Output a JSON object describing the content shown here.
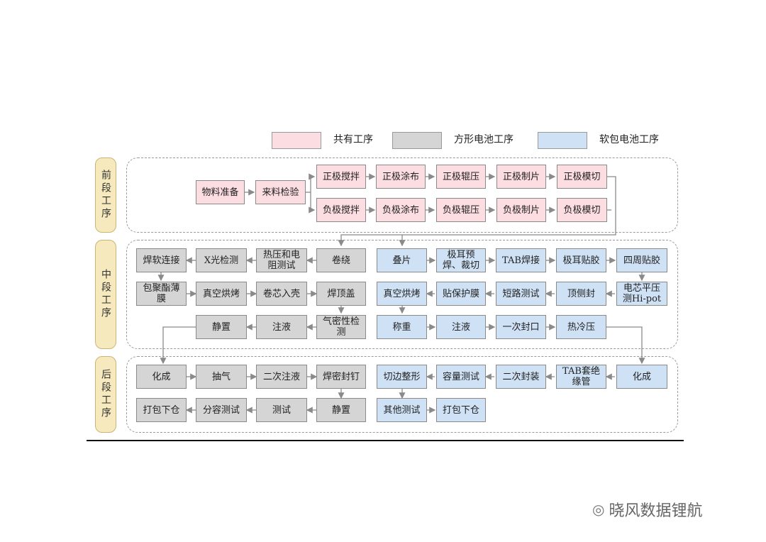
{
  "legend": [
    {
      "label": "共有工序",
      "color": "#fcdde1"
    },
    {
      "label": "方形电池工序",
      "color": "#d5d5d5"
    },
    {
      "label": "软包电池工序",
      "color": "#cfe1f5"
    }
  ],
  "stages": {
    "front": "前段工序",
    "middle": "中段工序",
    "back": "后段工序"
  },
  "front_steps": {
    "material_prep": "物料准备",
    "incoming_inspection": "来料检验",
    "pos_mix": "正极搅拌",
    "pos_coat": "正极涂布",
    "pos_roll": "正极辊压",
    "pos_cut": "正极制片",
    "pos_die": "正极模切",
    "neg_mix": "负极搅拌",
    "neg_coat": "负极涂布",
    "neg_roll": "负极辊压",
    "neg_cut": "负极制片",
    "neg_die": "负极模切"
  },
  "middle_square": {
    "winding": "卷绕",
    "hotpress_resist": "热压和电阻测试",
    "xray": "X光检测",
    "soft_weld": "焊软连接",
    "wrap_film": "包聚酯薄膜",
    "vacuum_bake": "真空烘烤",
    "core_into_case": "卷芯入壳",
    "weld_cap": "焊顶盖",
    "air_tight": "气密性检测",
    "fill": "注液",
    "rest": "静置"
  },
  "middle_pouch": {
    "stack": "叠片",
    "tab_preweld": "极耳预焊、裁切",
    "tab_weld": "TAB焊接",
    "tab_tape": "极耳贴胶",
    "side_tape": "四周贴胶",
    "hipot": "电芯平压测Hi-pot",
    "top_side_seal": "顶侧封",
    "short_test": "短路测试",
    "protect_film": "贴保护膜",
    "vacuum_bake": "真空烘烤",
    "weigh": "称重",
    "fill": "注液",
    "first_seal": "一次封口",
    "hot_cold_press": "热冷压"
  },
  "back_square": {
    "formation": "化成",
    "degas": "抽气",
    "second_fill": "二次注液",
    "seal_nail": "焊密封钉",
    "rest": "静置",
    "test": "测试",
    "grading": "分容测试",
    "pack": "打包下仓"
  },
  "back_pouch": {
    "formation": "化成",
    "tab_sleeve": "TAB套绝缘管",
    "second_seal": "二次封装",
    "capacity_test": "容量测试",
    "trim": "切边整形",
    "other_test": "其他测试",
    "pack": "打包下仓"
  },
  "watermark": "晓风数据锂航"
}
